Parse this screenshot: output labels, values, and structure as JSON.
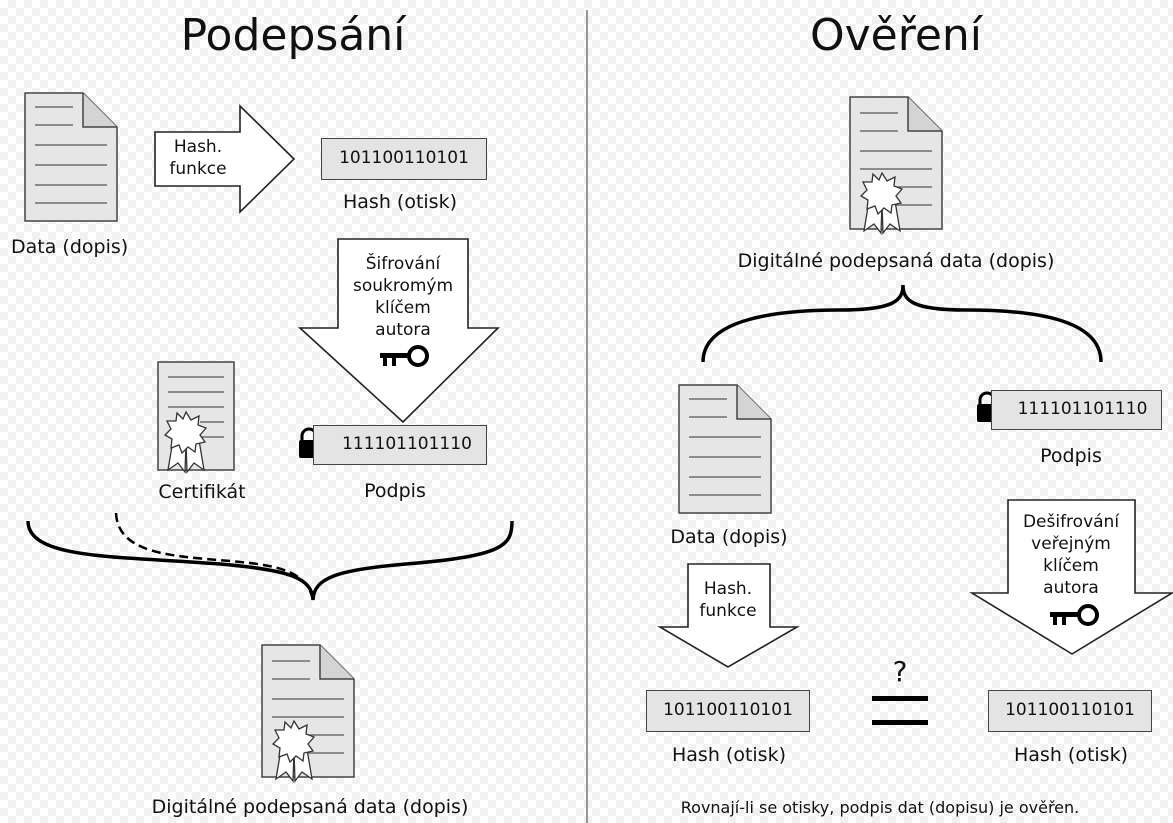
{
  "signing": {
    "title": "Podepsání",
    "data_label": "Data (dopis)",
    "hash_function_label": [
      "Hash.",
      "funkce"
    ],
    "hash_value": "101100110101",
    "hash_label": "Hash (otisk)",
    "encrypt_label": [
      "Šifrování",
      "soukromým",
      "klíčem",
      "autora"
    ],
    "certificate_label": "Certifikát",
    "signature_value": "111101101110",
    "signature_label": "Podpis",
    "signed_data_label": "Digitálné podepsaná data (dopis)"
  },
  "verification": {
    "title": "Ověření",
    "signed_data_label": "Digitálné podepsaná data (dopis)",
    "data_label": "Data (dopis)",
    "signature_value": "111101101110",
    "signature_label": "Podpis",
    "hash_function_label": [
      "Hash.",
      "funkce"
    ],
    "decrypt_label": [
      "Dešifrování",
      "veřejným",
      "klíčem",
      "autora"
    ],
    "hash_value_left": "101100110101",
    "hash_label_left": "Hash (otisk)",
    "compare_symbol": "?",
    "hash_value_right": "101100110101",
    "hash_label_right": "Hash (otisk)",
    "conclusion": "Rovnají-li se otisky, podpis dat (dopisu) je ověřen."
  }
}
